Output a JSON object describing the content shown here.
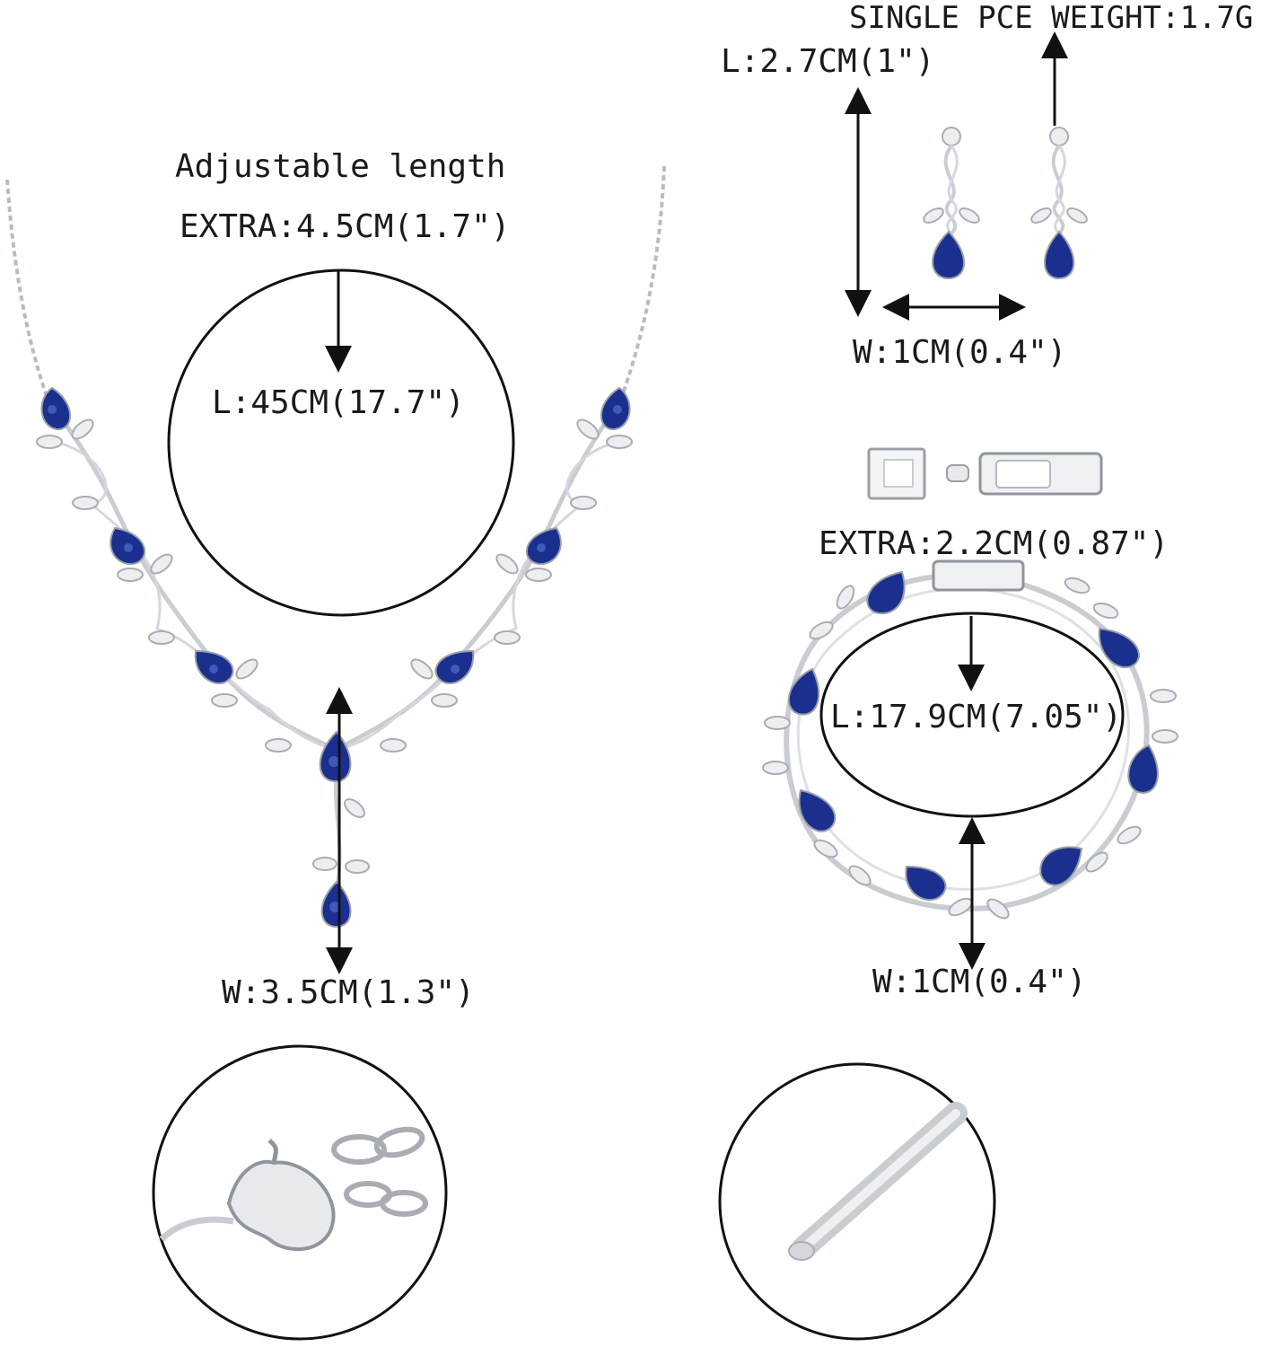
{
  "necklace": {
    "adjustable_label": "Adjustable length",
    "extra_label": "EXTRA:4.5CM(1.7\")",
    "length_label": "L:45CM(17.7\")",
    "width_label": "W:3.5CM(1.3\")"
  },
  "earrings": {
    "weight_label": "SINGLE PCE WEIGHT:1.7G",
    "length_label": "L:2.7CM(1\")",
    "width_label": "W:1CM(0.4\")"
  },
  "bracelet": {
    "extra_label": "EXTRA:2.2CM(0.87\")",
    "length_label": "L:17.9CM(7.05\")",
    "width_label": "W:1CM(0.4\")"
  },
  "colors": {
    "gem_blue": "#1b2f8f",
    "gem_highlight": "#5a78d6",
    "metal": "#c9ccd1",
    "text": "#1a1a1a"
  }
}
